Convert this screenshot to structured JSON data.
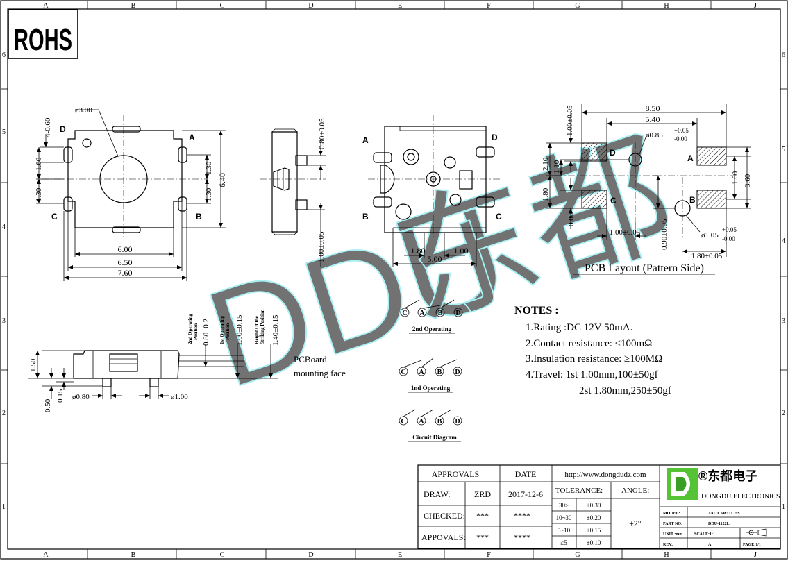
{
  "rohs": "ROHS",
  "border": {
    "cols": [
      "A",
      "B",
      "C",
      "D",
      "E",
      "F",
      "G",
      "H",
      "J"
    ],
    "rows": [
      "6",
      "5",
      "4",
      "3",
      "2",
      "1"
    ]
  },
  "watermark": {
    "latin": "DDU",
    "cjk": "东都"
  },
  "views": {
    "top": {
      "pins": [
        "D",
        "A",
        "C",
        "B"
      ],
      "dims": [
        "ø3.00",
        "4-0.60",
        "1.60",
        "1.30",
        "1.30",
        "6.40",
        "1.30",
        "6.00",
        "6.50",
        "7.60"
      ]
    },
    "side": {
      "dims": [
        "0.80±0.05",
        "1.00±0.05"
      ]
    },
    "bottom": {
      "pins": [
        "A",
        "D",
        "B",
        "C"
      ],
      "dims": [
        "1.80",
        "1.00",
        "5.00"
      ]
    },
    "pcb": {
      "pins": [
        "D",
        "A",
        "C",
        "B"
      ],
      "dims": [
        "8.50",
        "5.40",
        "1.00±0.05",
        "ø0.85",
        "+0.05",
        "-0.00",
        "2.10",
        "1.10",
        "1.60",
        "3.60",
        "1.80",
        "0.80",
        "1.00±0.05",
        "0.90±0.05",
        "ø1.05",
        "+0.05",
        "-0.00",
        "1.80±0.05"
      ],
      "caption": "PCB Layout (Pattern Side)"
    },
    "front": {
      "labels": [
        "2nd Operating",
        "Position",
        "1st Operating",
        "Position",
        "Height Of the",
        "Striking Position"
      ],
      "dims": [
        "0.80±0.2",
        "1.00±0.15",
        "1.40±0.15",
        "1.50",
        "0.50",
        "0.15",
        "ø0.80",
        "ø1.00"
      ],
      "pcboard": [
        "PCBoard",
        "mounting face"
      ]
    }
  },
  "circuits": {
    "nodes": [
      "C",
      "A",
      "B",
      "D"
    ],
    "captions": [
      "2nd Operating",
      "1nd Operating",
      "Circuit Diagram"
    ]
  },
  "notes": {
    "title": "NOTES :",
    "items": [
      "1.Rating :DC 12V 50mA.",
      "2.Contact resistance: ≤100mΩ",
      "3.Insulation resistance: ≥100MΩ",
      "4.Travel: 1st 1.00mm,100±50gf",
      "2st 1.80mm,250±50gf"
    ]
  },
  "title_block": {
    "approvals": "APPROVALS",
    "date": "DATE",
    "draw": "DRAW:",
    "draw_by": "ZRD",
    "draw_date": "2017-12-6",
    "checked": "CHECKED:",
    "checked_by": "***",
    "checked_date": "****",
    "appvals": "APPOVALS:",
    "appvals_by": "***",
    "appvals_date": "****",
    "website": "http://www.dongdudz.com",
    "tolerance": "TOLERANCE:",
    "angle": "ANGLE:",
    "tol_rows": [
      [
        "30≥",
        "±0.30"
      ],
      [
        "10~30",
        "±0.20"
      ],
      [
        "5~10",
        "±0.15"
      ],
      [
        "≤5",
        "±0.10"
      ]
    ],
    "angle_value": "±2°",
    "company_cn": "®东都电子",
    "company_en": "DONGDU ELECTRONICS",
    "model_label": "MODEL:",
    "model_value": "TACT SWITCHS",
    "partno_label": "PART NO:",
    "partno_value": "DDU-1122L",
    "unit_label": "UNIT :mm",
    "scale_label": "SCALE:1:1",
    "rev_label": "REV:",
    "rev_value": "A",
    "page_label": "PAGE:1/1"
  }
}
